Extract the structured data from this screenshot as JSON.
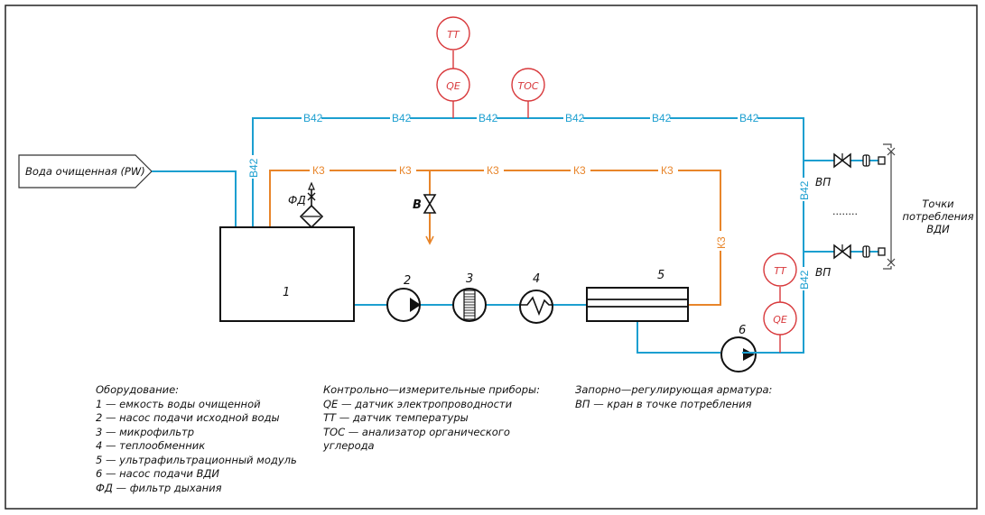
{
  "diagram": {
    "inlet_label": "Вода очищенная (PW)",
    "pipe_labels": {
      "supply": "В42",
      "return": "К3"
    },
    "equipment_numbers": [
      "1",
      "2",
      "3",
      "4",
      "5",
      "6"
    ],
    "breather_filter_label": "ФД",
    "drain_valve_label": "В",
    "instruments": {
      "tt_top": "TT",
      "qe_top": "QE",
      "toc": "TOC",
      "tt_bottom": "TT",
      "qe_bottom": "QE"
    },
    "consumer_valve_label": "ВП",
    "ellipsis": "........",
    "consumption_points": [
      "Точки",
      "потребления",
      "ВДИ"
    ]
  },
  "legend": {
    "equipment": {
      "title": "Оборудование:",
      "items": [
        "1 — емкость воды очищенной",
        "2 — насос подачи исходной воды",
        "3 — микрофильтр",
        "4 — теплообменник",
        "5 — ультрафильтрационный модуль",
        "6 — насос подачи ВДИ",
        "ФД — фильтр дыхания"
      ]
    },
    "instruments": {
      "title": "Контрольно—измерительные приборы:",
      "items": [
        "QE — датчик электропроводности",
        "TT — датчик температуры",
        "TOC — анализатор органического",
        "углерода"
      ]
    },
    "valves": {
      "title": "Запорно—регулирующая арматура:",
      "items": [
        "ВП — кран в точке потребления"
      ]
    }
  },
  "colors": {
    "supply_pipe": "#1c9fd0",
    "return_pipe": "#e8852a",
    "instrument": "#d8383b",
    "equipment": "#111111"
  }
}
